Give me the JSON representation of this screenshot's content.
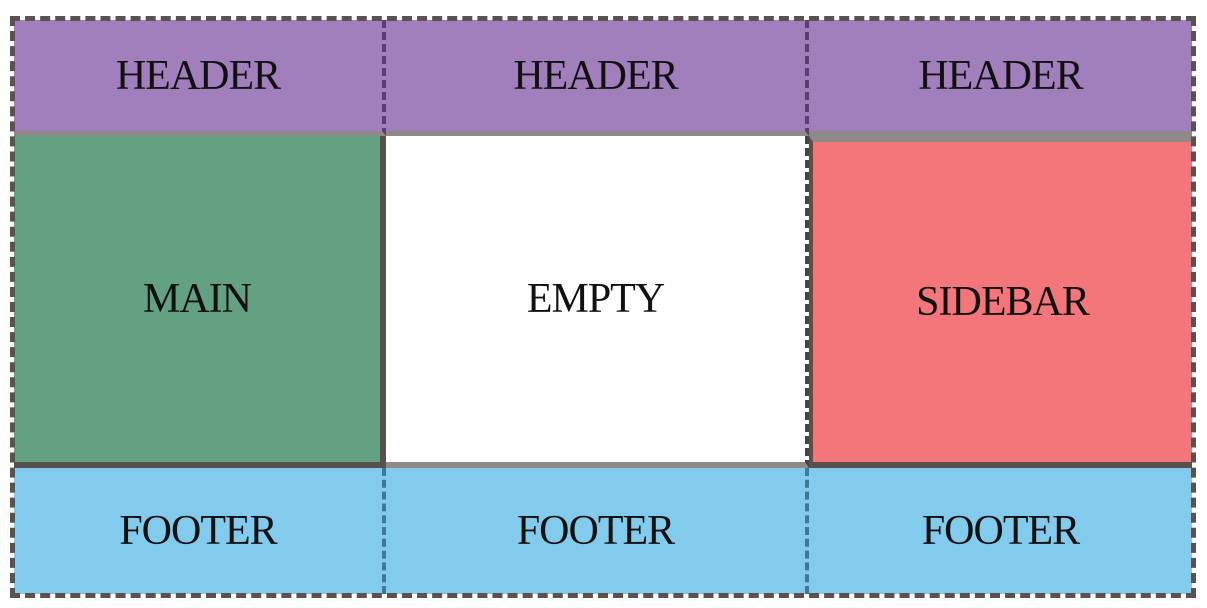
{
  "header": {
    "cells": [
      "HEADER",
      "HEADER",
      "HEADER"
    ]
  },
  "middle": {
    "main_label": "MAIN",
    "empty_label": "EMPTY",
    "sidebar_label": "SIDEBAR"
  },
  "footer": {
    "cells": [
      "FOOTER",
      "FOOTER",
      "FOOTER"
    ]
  },
  "colors": {
    "header": "#a17fbd",
    "main": "#64a183",
    "empty": "#ffffff",
    "sidebar": "#f2767a",
    "footer": "#82cbed",
    "frame": "#5b524f"
  }
}
